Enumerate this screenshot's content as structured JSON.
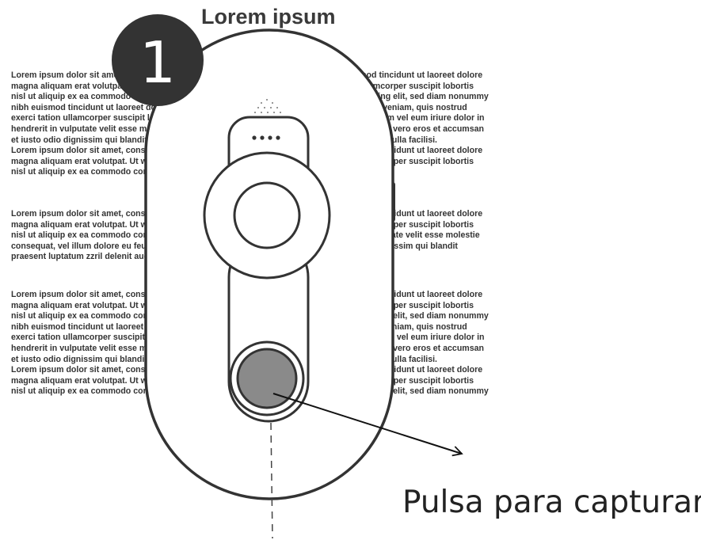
{
  "document": {
    "title": "Lorem ipsum",
    "paragraphs": [
      [
        "Lorem ipsum dolor sit amet, consectetuer adipiscing elit, sed diam nonummy nibh euismod tincidunt ut laoreet dolore",
        "magna aliquam erat volutpat. Ut wisi enim ad minim veniam, quis nostrud exerci tation ullamcorper suscipit lobortis",
        "nisl ut aliquip ex ea commodo consequat. Lorem ipsum dolor sit amet, consectetuer adipiscing elit, sed diam nonummy",
        "nibh euismod tincidunt ut laoreet dolore magna aliquam erat volutpat. Ut wisi enim ad minim veniam, quis nostrud",
        "exerci tation ullamcorper suscipit lobortis nisl ut aliquip ex ea commodo consequat. Duis autem vel eum iriure dolor in",
        "hendrerit in vulputate velit esse molestie consequat, vel illum dolore eu feugiat nulla facilisis at vero eros et accumsan",
        "et iusto odio dignissim qui blandit praesent luptatum zzril delenit augue duis dolore te feugait nulla facilisi.",
        "Lorem ipsum dolor sit amet, consectetuer adipiscing elit, sed diam nonummy nibh euismod tincidunt ut laoreet dolore",
        "magna aliquam erat volutpat. Ut wisi enim ad minim veniam, quis nostrud exerci tation ullamcorper suscipit lobortis",
        "nisl ut aliquip ex ea commodo consequat."
      ],
      [
        "Lorem ipsum dolor sit amet, consectetuer adipiscing elit, sed diam nonummy nibh euismod tincidunt ut laoreet dolore",
        "magna aliquam erat volutpat. Ut wisi enim ad minim veniam, quis nostrud exerci tation ullamcorper suscipit lobortis",
        "nisl ut aliquip ex ea commodo consequat. Duis autem vel eum iriure dolor in hendrerit in vulputate velit esse molestie",
        "consequat, vel illum dolore eu feugiat nulla facilisis at vero eros et accumsan et iusto odio dignissim qui blandit",
        "praesent luptatum zzril delenit augue duis dolore te feugait nulla facilisi."
      ],
      [
        "Lorem ipsum dolor sit amet, consectetuer adipiscing elit, sed diam nonummy nibh euismod tincidunt ut laoreet dolore",
        "magna aliquam erat volutpat. Ut wisi enim ad minim veniam, quis nostrud exerci tation ullamcorper suscipit lobortis",
        "nisl ut aliquip ex ea commodo consequat. Lorem ipsum dolor sit amet, consectetuer adipiscing elit, sed diam nonummy",
        "nibh euismod tincidunt ut laoreet dolore magna aliquam erat volutpat. Ut wisi enim ad minim veniam, quis nostrud",
        "exerci tation ullamcorper suscipit lobortis nisl ut aliquip ex ea commodo consequat. Duis autem vel eum iriure dolor in",
        "hendrerit in vulputate velit esse molestie consequat, vel illum dolore eu feugiat nulla facilisis at vero eros et accumsan",
        "et iusto odio dignissim qui blandit praesent luptatum zzril delenit augue duis dolore te feugait nulla facilisi.",
        "Lorem ipsum dolor sit amet, consectetuer adipiscing elit, sed diam nonummy nibh euismod tincidunt ut laoreet dolore",
        "magna aliquam erat volutpat. Ut wisi enim ad minim veniam, quis nostrud exerci tation ullamcorper suscipit lobortis",
        "nisl ut aliquip ex ea commodo consequat. Lorem ipsum dolor sit amet, consectetuer adipiscing elit, sed diam nonummy"
      ]
    ]
  },
  "step": {
    "number": "1",
    "badge_color": "#333333",
    "text_color": "#ffffff"
  },
  "device": {
    "outline_color": "#333333",
    "body_color": "#ffffff",
    "capture_button_color": "#8a8a8a",
    "icons": [
      "speaker-grille-icon",
      "indicator-dots-icon",
      "scan-ring-icon",
      "capture-button-icon",
      "side-button-icon"
    ]
  },
  "callout": {
    "label": "Pulsa para capturar",
    "arrow_color": "#111111"
  }
}
